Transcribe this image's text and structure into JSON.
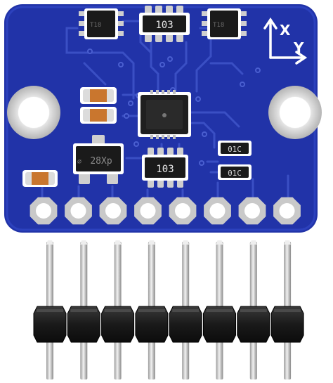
{
  "board": {
    "color": "#2133a8",
    "trace_color": "#3a4fc4",
    "pad_color": "#c9c9c9",
    "silk_color": "#ffffff",
    "axis_x_label": "X",
    "axis_y_label": "Y",
    "resistor_top_label": "103",
    "resistor_mid_label": "103",
    "regulator_label": "28Xp",
    "cap_label_1": "01C",
    "cap_label_2": "01C",
    "icons": [
      "mounting-hole-icon",
      "axis-arrows-icon",
      "chip-icon",
      "resistor-network-icon",
      "capacitor-icon",
      "header-pad-icon"
    ]
  },
  "header": {
    "pin_count": 8,
    "plastic_color": "#1b1b1b",
    "pin_color": "#d8d8d8"
  }
}
